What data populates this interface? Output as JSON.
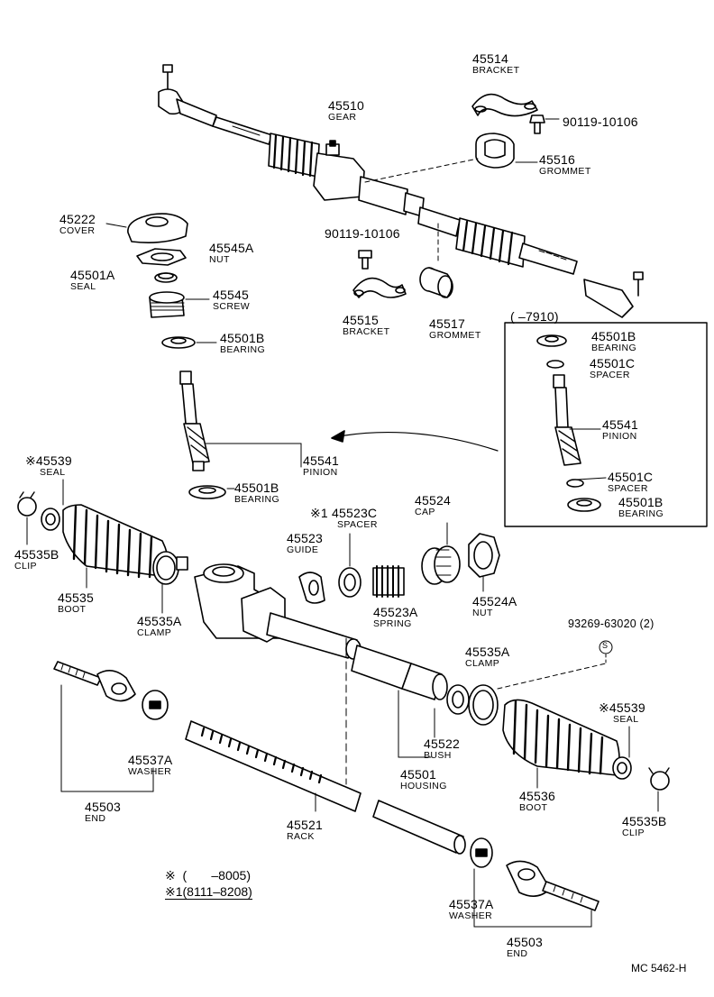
{
  "parts": {
    "p45514": {
      "num": "45514",
      "name": "BRACKET"
    },
    "p90119a": {
      "num": "90119-10106",
      "name": ""
    },
    "p45510": {
      "num": "45510",
      "name": "GEAR"
    },
    "p45516": {
      "num": "45516",
      "name": "GROMMET"
    },
    "p45222": {
      "num": "45222",
      "name": "COVER"
    },
    "p45545A": {
      "num": "45545A",
      "name": "NUT"
    },
    "p45501A": {
      "num": "45501A",
      "name": "SEAL"
    },
    "p45545": {
      "num": "45545",
      "name": "SCREW"
    },
    "p90119b": {
      "num": "90119-10106",
      "name": ""
    },
    "p45515": {
      "num": "45515",
      "name": "BRACKET"
    },
    "p45517": {
      "num": "45517",
      "name": "GROMMET"
    },
    "p45501B_top": {
      "num": "45501B",
      "name": "BEARING"
    },
    "p45541": {
      "num": "45541",
      "name": "PINION"
    },
    "p45501B_low": {
      "num": "45501B",
      "name": "BEARING"
    },
    "inset_range": {
      "num": "(       –7910)",
      "name": ""
    },
    "in45501B_a": {
      "num": "45501B",
      "name": "BEARING"
    },
    "in45501C_a": {
      "num": "45501C",
      "name": "SPACER"
    },
    "in45541": {
      "num": "45541",
      "name": "PINION"
    },
    "in45501C_b": {
      "num": "45501C",
      "name": "SPACER"
    },
    "in45501B_b": {
      "num": "45501B",
      "name": "BEARING"
    },
    "p45539_l": {
      "num": "※45539",
      "name": "SEAL"
    },
    "p45535B_l": {
      "num": "45535B",
      "name": "CLIP"
    },
    "p45535": {
      "num": "45535",
      "name": "BOOT"
    },
    "p45535A_l": {
      "num": "45535A",
      "name": "CLAMP"
    },
    "p45523C": {
      "num": "※1 45523C",
      "name": "SPACER"
    },
    "p45524": {
      "num": "45524",
      "name": "CAP"
    },
    "p45523": {
      "num": "45523",
      "name": "GUIDE"
    },
    "p45523A": {
      "num": "45523A",
      "name": "SPRING"
    },
    "p45524A": {
      "num": "45524A",
      "name": "NUT"
    },
    "p93269": {
      "num": "93269-63020 (2)",
      "name": ""
    },
    "p45535A_r": {
      "num": "45535A",
      "name": "CLAMP"
    },
    "p45539_r": {
      "num": "※45539",
      "name": "SEAL"
    },
    "p45537A_l": {
      "num": "45537A",
      "name": "WASHER"
    },
    "p45503_l": {
      "num": "45503",
      "name": "END"
    },
    "p45522": {
      "num": "45522",
      "name": "BUSH"
    },
    "p45501": {
      "num": "45501",
      "name": "HOUSING"
    },
    "p45536": {
      "num": "45536",
      "name": "BOOT"
    },
    "p45535B_r": {
      "num": "45535B",
      "name": "CLIP"
    },
    "p45521": {
      "num": "45521",
      "name": "RACK"
    },
    "p45537A_r": {
      "num": "45537A",
      "name": "WASHER"
    },
    "p45503_r": {
      "num": "45503",
      "name": "END"
    }
  },
  "s_marker": "S",
  "legend": {
    "row1": "※  (       –8005)",
    "row2": "※1(8111–8208)"
  },
  "footer": "MC  5462-H"
}
